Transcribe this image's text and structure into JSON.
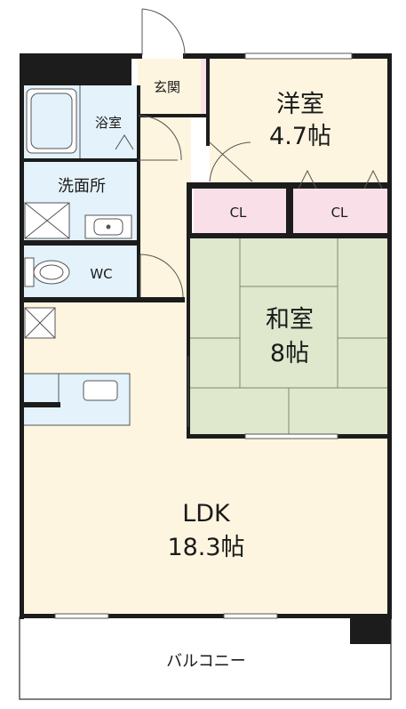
{
  "colors": {
    "wall": "#1c1c1c",
    "ldk_floor": "#fdf5df",
    "western_floor": "#fdf5df",
    "wet_area_floor": "#e3f2fb",
    "tatami_floor": "#dfe8cd",
    "closet_floor": "#f9dfe7",
    "balcony_floor": "#ffffff"
  },
  "rooms": {
    "entrance": {
      "label": "玄関"
    },
    "western": {
      "label": "洋室",
      "size": "4.7帖"
    },
    "bath": {
      "label": "浴室"
    },
    "washroom": {
      "label": "洗面所"
    },
    "wc": {
      "label": "WC"
    },
    "closet_left": {
      "label": "CL"
    },
    "closet_right": {
      "label": "CL"
    },
    "japanese": {
      "label": "和室",
      "size": "8帖"
    },
    "ldk": {
      "label": "LDK",
      "size": "18.3帖"
    },
    "balcony": {
      "label": "バルコニー"
    }
  }
}
